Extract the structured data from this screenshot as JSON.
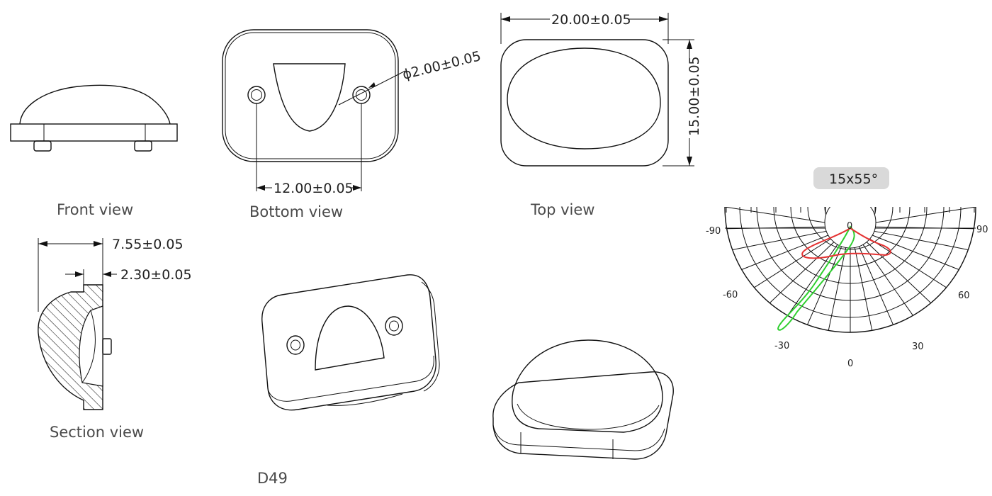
{
  "views": {
    "front": "Front view",
    "bottom": "Bottom view",
    "top": "Top view",
    "section": "Section view"
  },
  "model": "D49",
  "dimensions": {
    "hole_diameter": "ϕ2.00±0.05",
    "hole_spacing": "12.00±0.05",
    "width": "20.00±0.05",
    "height": "15.00±0.05",
    "thickness": "7.55±0.05",
    "flange": "2.30±0.05"
  },
  "beam": {
    "badge": "15x55°",
    "badge_color": "#d9d9d9",
    "angle_labels": {
      "left90": "-90",
      "right90": "90",
      "left60": "-60",
      "right60": "60",
      "left30": "-30",
      "right30": "30",
      "bottom0": "0",
      "center0": "0"
    },
    "curve_colors": {
      "narrow": "#2fcf2f",
      "wide": "#e53333"
    }
  }
}
